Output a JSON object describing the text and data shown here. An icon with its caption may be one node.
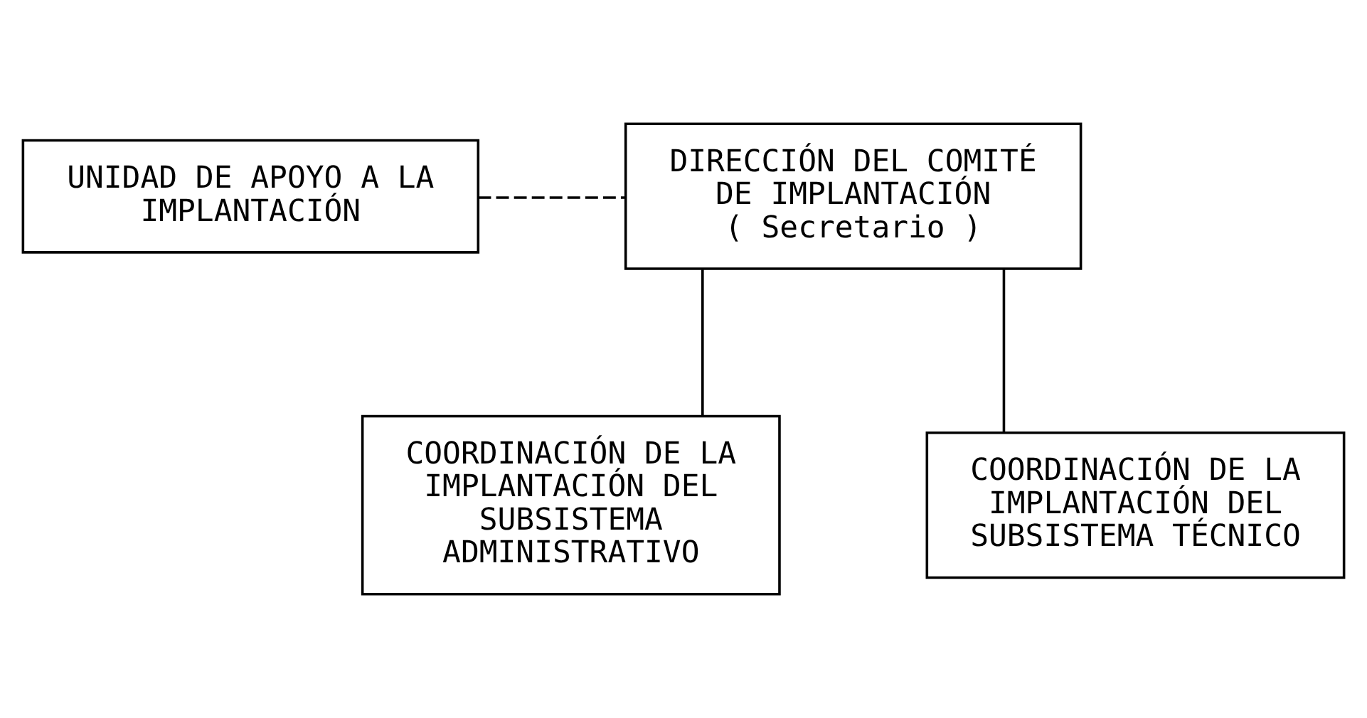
{
  "diagram": {
    "nodes": [
      {
        "text": [
          "DIRECCIÓN DEL COMITÉ DE IMPLANTACIÓN",
          "( Secretario )"
        ]
      },
      {
        "text": [
          "UNIDAD DE APOYO A LA IMPLANTACIÓN"
        ]
      },
      {
        "text": [
          "COORDINACIÓN DE LA IMPLANTACIÓN DEL SUBSISTEMA ADMINISTRATIVO"
        ]
      },
      {
        "text": [
          "COORDINACIÓN DE LA IMPLANTACIÓN DEL SUBSISTEMA TÉCNICO"
        ]
      }
    ],
    "edges": [
      {
        "from": 1,
        "to": 0,
        "arrow": "none",
        "style": "dashed"
      },
      {
        "from": 0,
        "to": 2,
        "arrow": "none"
      },
      {
        "from": 0,
        "to": 3,
        "arrow": "none"
      }
    ]
  }
}
